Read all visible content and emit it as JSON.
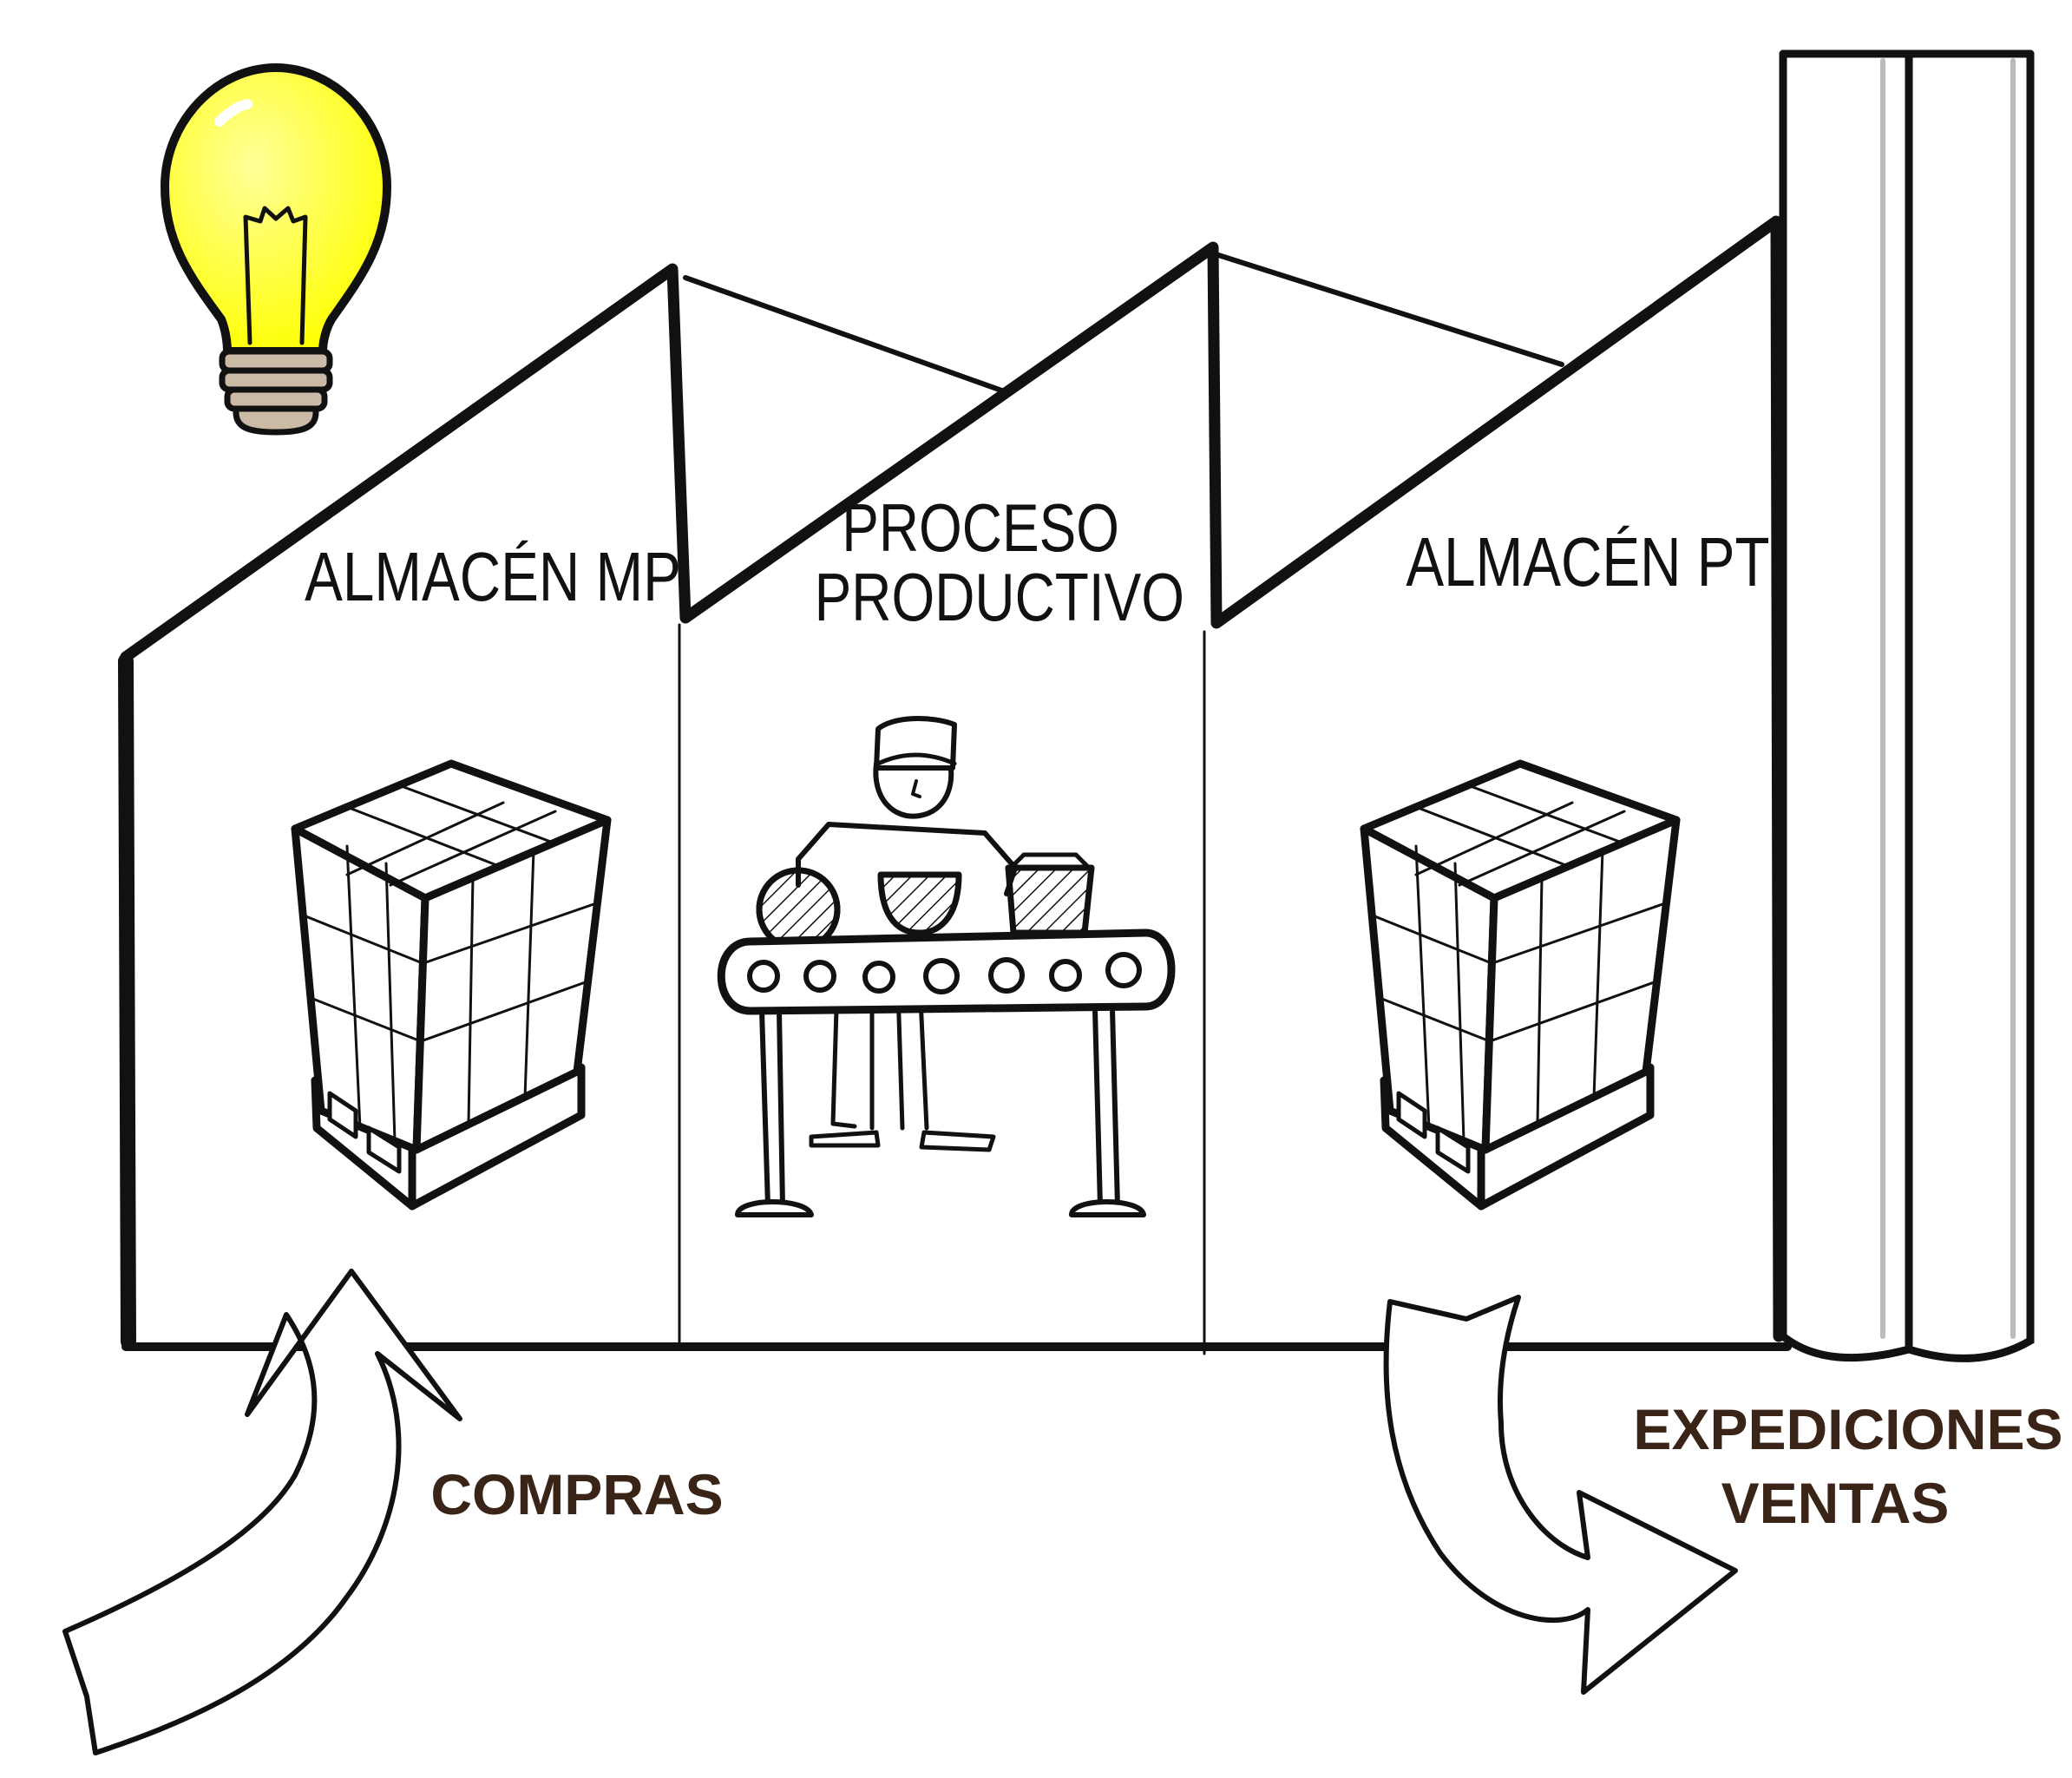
{
  "sections": [
    {
      "id": "almacen-mp",
      "lines": [
        "ALMACÉN MP"
      ]
    },
    {
      "id": "proceso-productivo",
      "lines": [
        "PROCESO",
        "PRODUCTIVO"
      ]
    },
    {
      "id": "almacen-pt",
      "lines": [
        "ALMACÉN PT"
      ]
    }
  ],
  "flows": {
    "inbound": {
      "label": "COMPRAS"
    },
    "outbound": {
      "lines": [
        "EXPEDICIONES",
        "VENTAS"
      ]
    }
  },
  "colors": {
    "ink": "#111111",
    "bulb": "#ffff00",
    "bulb_base": "#cbbba6",
    "flow_text": "#3a2418",
    "background": "#ffffff"
  },
  "icons": {
    "idea": "light-bulb-icon",
    "raw_material_pallet": "pallet-stack-icon",
    "worker": "factory-worker-icon",
    "conveyor": "conveyor-belt-icon",
    "finished_goods_pallet": "pallet-stack-icon",
    "chimney": "chimney-icon"
  }
}
